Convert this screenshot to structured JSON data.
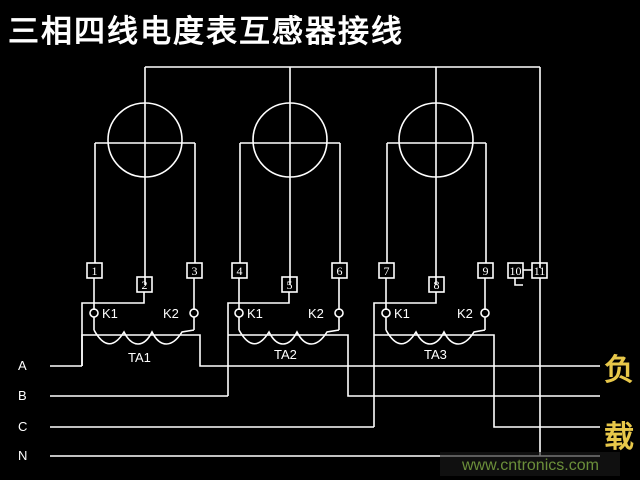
{
  "title": "三相四线电度表互感器接线",
  "terminals": [
    "1",
    "2",
    "3",
    "4",
    "5",
    "6",
    "7",
    "8",
    "9",
    "10",
    "11"
  ],
  "ct_terminals": {
    "k1": "K1",
    "k2": "K2"
  },
  "ct_names": [
    "TA1",
    "TA2",
    "TA3"
  ],
  "phases": [
    "A",
    "B",
    "C",
    "N"
  ],
  "load_label": [
    "负",
    "载"
  ],
  "watermark": "www.cntronics.com",
  "colors": {
    "background": "#000000",
    "line": "#ffffff",
    "load": "#e8c84a",
    "watermark": "#6b8f3a"
  }
}
